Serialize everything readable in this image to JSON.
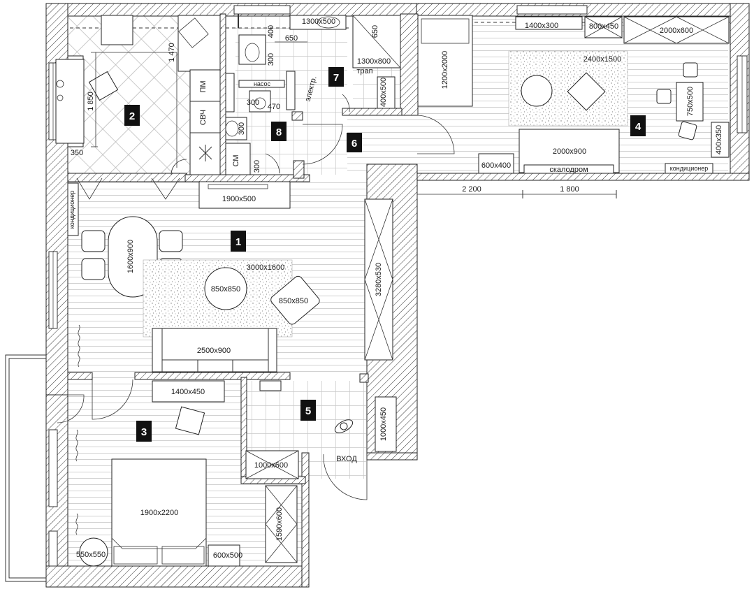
{
  "rooms": [
    {
      "number": "1"
    },
    {
      "number": "2"
    },
    {
      "number": "3"
    },
    {
      "number": "4"
    },
    {
      "number": "5"
    },
    {
      "number": "6"
    },
    {
      "number": "7"
    },
    {
      "number": "8"
    }
  ],
  "furniture": {
    "kitchen_counter": "1900x500",
    "dining_table": "1600x900",
    "living_rug": "3000x1600",
    "coffee_table": "850x850",
    "armchair": "850x850",
    "sofa": "2500x900",
    "wardrobe_living": "3280x530",
    "bed3_bench": "1400x450",
    "bed3_bed": "1900x2200",
    "bed3_round": "550x550",
    "bed3_nightstand": "600x500",
    "bed3_wardrobe": "1590x600",
    "hall_shelf": "1000x600",
    "hall_cabinet": "1000x450",
    "bath_tub": "1300x500",
    "shower": "1300x800",
    "bed4_tall": "1200x2000",
    "bed4_shelf1": "1400x300",
    "bed4_shelf2": "800x450",
    "bed4_wardrobe": "2000x600",
    "bed4_rug": "2400x1500",
    "bed4_desk": "750x500",
    "bed4_side": "400x350",
    "bed4_bench": "2000x900",
    "bed4_box": "600x400",
    "bath_box": "400x500"
  },
  "labels": {
    "ac_left": "кондиционер",
    "ac_right": "кондиционер",
    "climbing": "скалодром",
    "entrance": "ВХОД",
    "drain": "трап",
    "electric": "электр.",
    "pump": "насос",
    "microwave": "СВЧ",
    "dishwasher": "ПМ",
    "washer": "СМ"
  },
  "dimensions": {
    "k_1470": "1 470",
    "k_1850": "1 850",
    "k_350": "350",
    "b_650": "650",
    "b_400": "400",
    "b_300a": "300",
    "b_470": "470",
    "b_300b": "300",
    "b_300c": "300",
    "b_300d": "300",
    "sh_650": "650",
    "ext_2200": "2 200",
    "ext_1800": "1 800"
  },
  "colors": {
    "ink": "#1a1a1a",
    "label_bg": "#111111"
  }
}
